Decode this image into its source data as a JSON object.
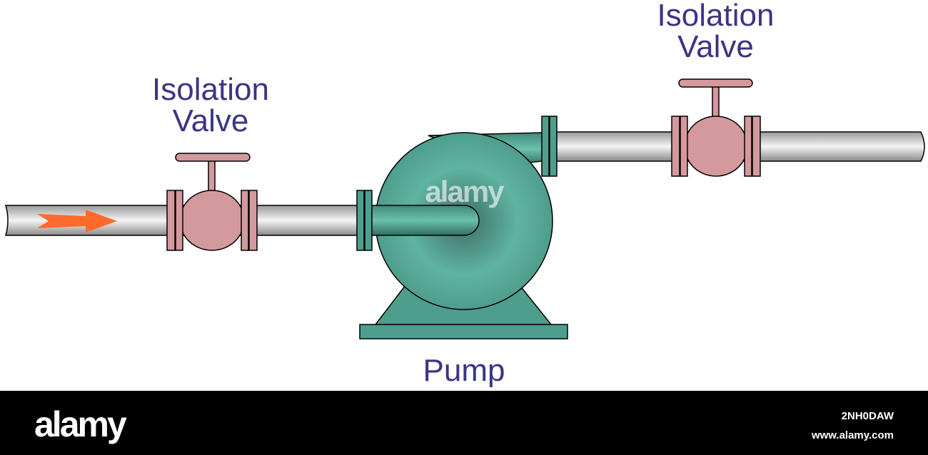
{
  "labels": {
    "valve_left": [
      "Isolation",
      "Valve"
    ],
    "valve_right": [
      "Isolation",
      "Valve"
    ],
    "pump": "Pump"
  },
  "watermark": "alamy",
  "footer": {
    "logo": "alamy",
    "image_id": "2NH0DAW",
    "url": "www.alamy.com"
  },
  "colors": {
    "label_text": "#3b3486",
    "pipe": "#9a9a9a",
    "valve": "#d4999d",
    "pump": "#4e9e8e",
    "flow_arrow": "#ff6a2c"
  }
}
